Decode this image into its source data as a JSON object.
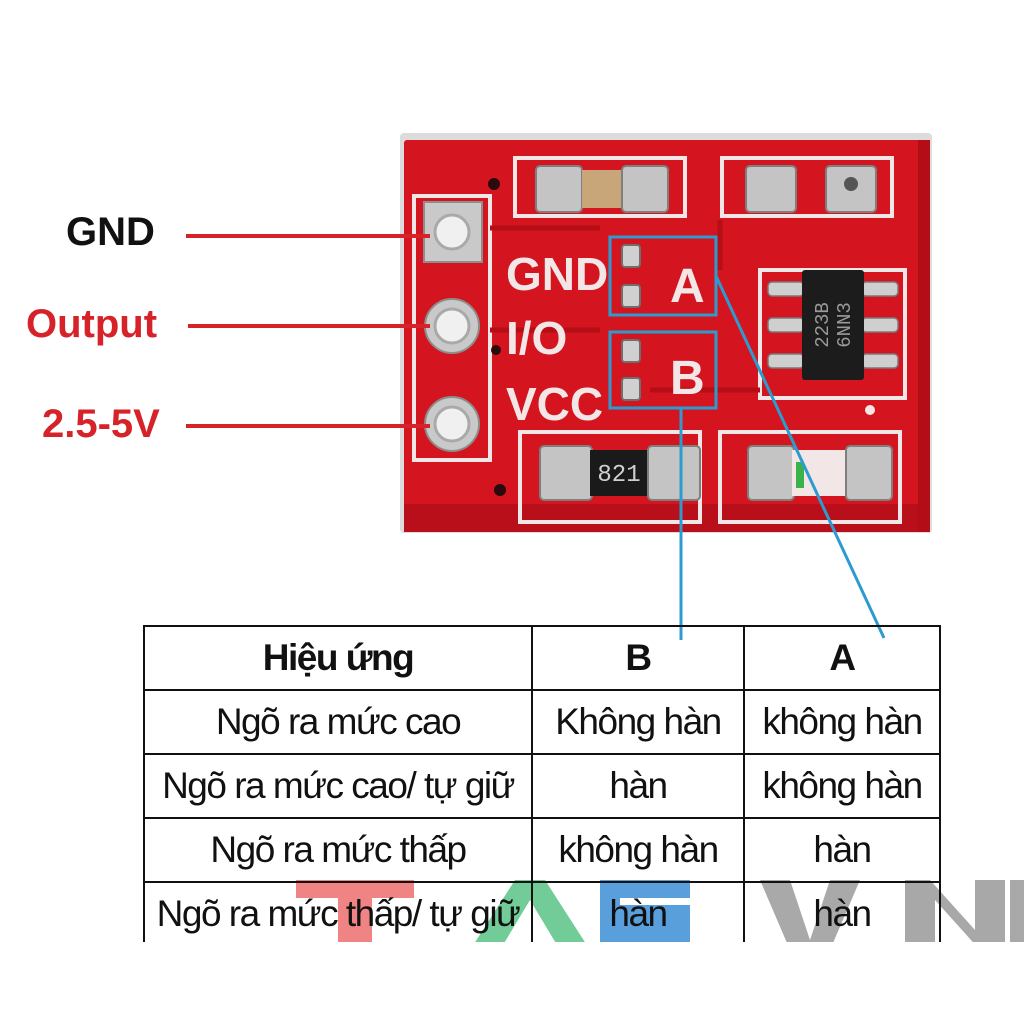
{
  "colors": {
    "board": "#d4141f",
    "board_dark": "#a50c15",
    "silkscreen": "#f3e6e6",
    "label_dark": "#111111",
    "label_accent": "#d62229",
    "leader_red": "#d62229",
    "callout_blue": "#2c9bd0",
    "watermark": [
      "#ee6f6f",
      "#59c486",
      "#3d8fd6",
      "#9a9a9a"
    ]
  },
  "pins": [
    {
      "label": "GND",
      "color": "#111111"
    },
    {
      "label": "Output",
      "color": "#d62229"
    },
    {
      "label": "2.5-5V",
      "color": "#d62229"
    }
  ],
  "board": {
    "silk_labels": [
      "GND",
      "I/O",
      "VCC"
    ],
    "pad_labels": [
      "A",
      "B"
    ],
    "resistor_code": "821",
    "chip_marking": [
      "223B",
      "6NN3"
    ]
  },
  "table": {
    "headers": [
      "Hiệu ứng",
      "B",
      "A"
    ],
    "rows": [
      [
        "Ngõ ra mức cao",
        "Không hàn",
        "không hàn"
      ],
      [
        "Ngõ ra mức cao/ tự giữ",
        "hàn",
        "không hàn"
      ],
      [
        "Ngõ ra mức thấp",
        "không hàn",
        "hàn"
      ],
      [
        "Ngõ ra mức thấp/ tự giữ",
        "hàn",
        "hàn"
      ]
    ]
  },
  "watermark_icon": "brand-watermark-letters"
}
